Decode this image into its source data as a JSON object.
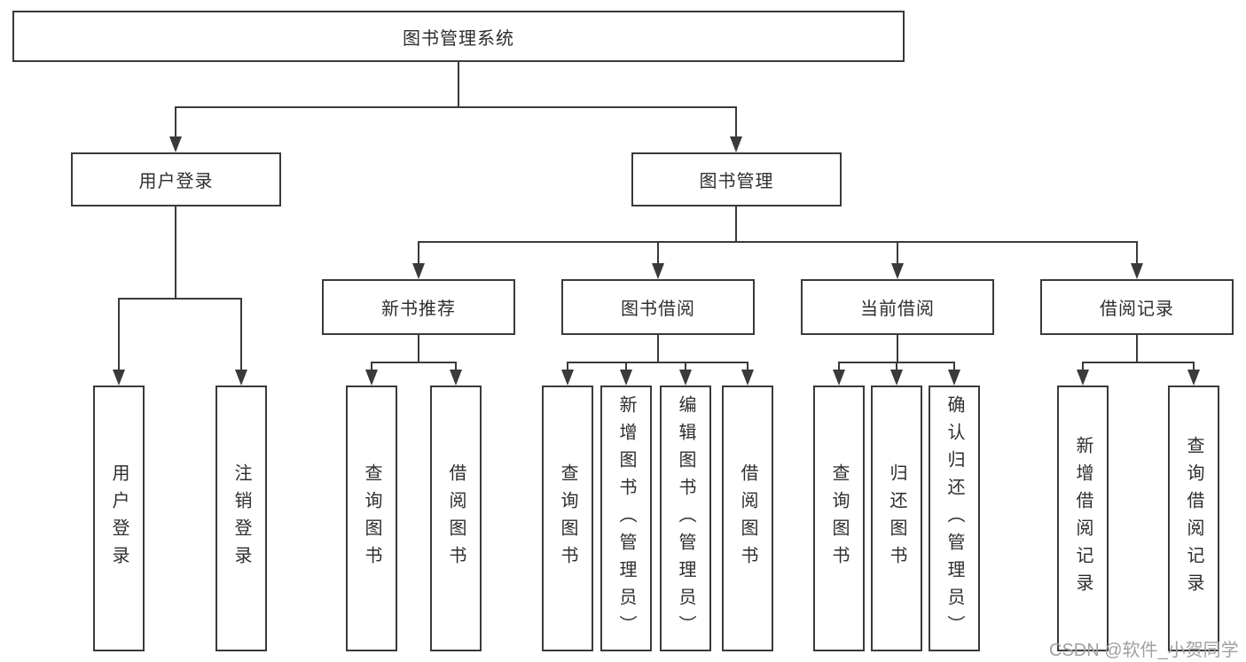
{
  "diagram": {
    "root": {
      "label": "图书管理系统"
    },
    "branches": [
      {
        "label": "用户登录",
        "children": [
          {
            "label": "用户登录"
          },
          {
            "label": "注销登录"
          }
        ]
      },
      {
        "label": "图书管理",
        "groups": [
          {
            "label": "新书推荐",
            "children": [
              {
                "label": "查询图书"
              },
              {
                "label": "借阅图书"
              }
            ]
          },
          {
            "label": "图书借阅",
            "children": [
              {
                "label": "查询图书"
              },
              {
                "label": "新增图书（管理员）"
              },
              {
                "label": "编辑图书（管理员）"
              },
              {
                "label": "借阅图书"
              }
            ]
          },
          {
            "label": "当前借阅",
            "children": [
              {
                "label": "查询图书"
              },
              {
                "label": "归还图书"
              },
              {
                "label": "确认归还（管理员）"
              }
            ]
          },
          {
            "label": "借阅记录",
            "children": [
              {
                "label": "新增借阅记录"
              },
              {
                "label": "查询借阅记录"
              }
            ]
          }
        ]
      }
    ]
  },
  "watermark": {
    "text": "CSDN @软件_小贺同学",
    "color": "#a0a0a0"
  },
  "colors": {
    "line": "#3a3a3a",
    "box_border": "#3a3a3a",
    "text": "#2e2e2e",
    "background": "#ffffff"
  }
}
